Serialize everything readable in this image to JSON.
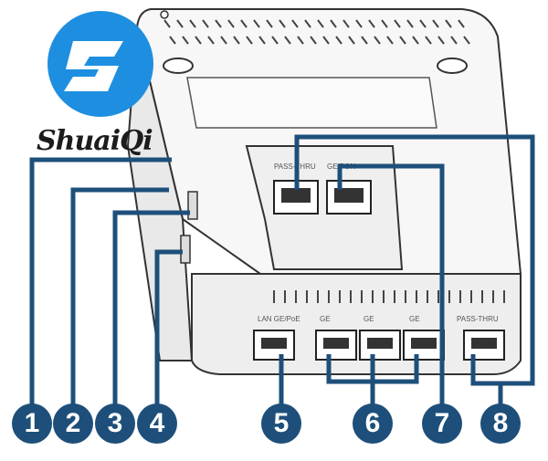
{
  "watermark": {
    "brand_text": "ShuaiQi"
  },
  "device": {
    "port_labels": [
      "PASS-THRU",
      "GE/PON",
      "LAN GE/PoE",
      "GE",
      "GE",
      "GE",
      "PASS-THRU"
    ]
  },
  "callouts": [
    {
      "number": "1"
    },
    {
      "number": "2"
    },
    {
      "number": "3"
    },
    {
      "number": "4"
    },
    {
      "number": "5"
    },
    {
      "number": "6"
    },
    {
      "number": "7"
    },
    {
      "number": "8"
    }
  ],
  "colors": {
    "callout": "#1d4f7a",
    "logo_blue": "#1e8fe0",
    "device_outline": "#333333"
  }
}
